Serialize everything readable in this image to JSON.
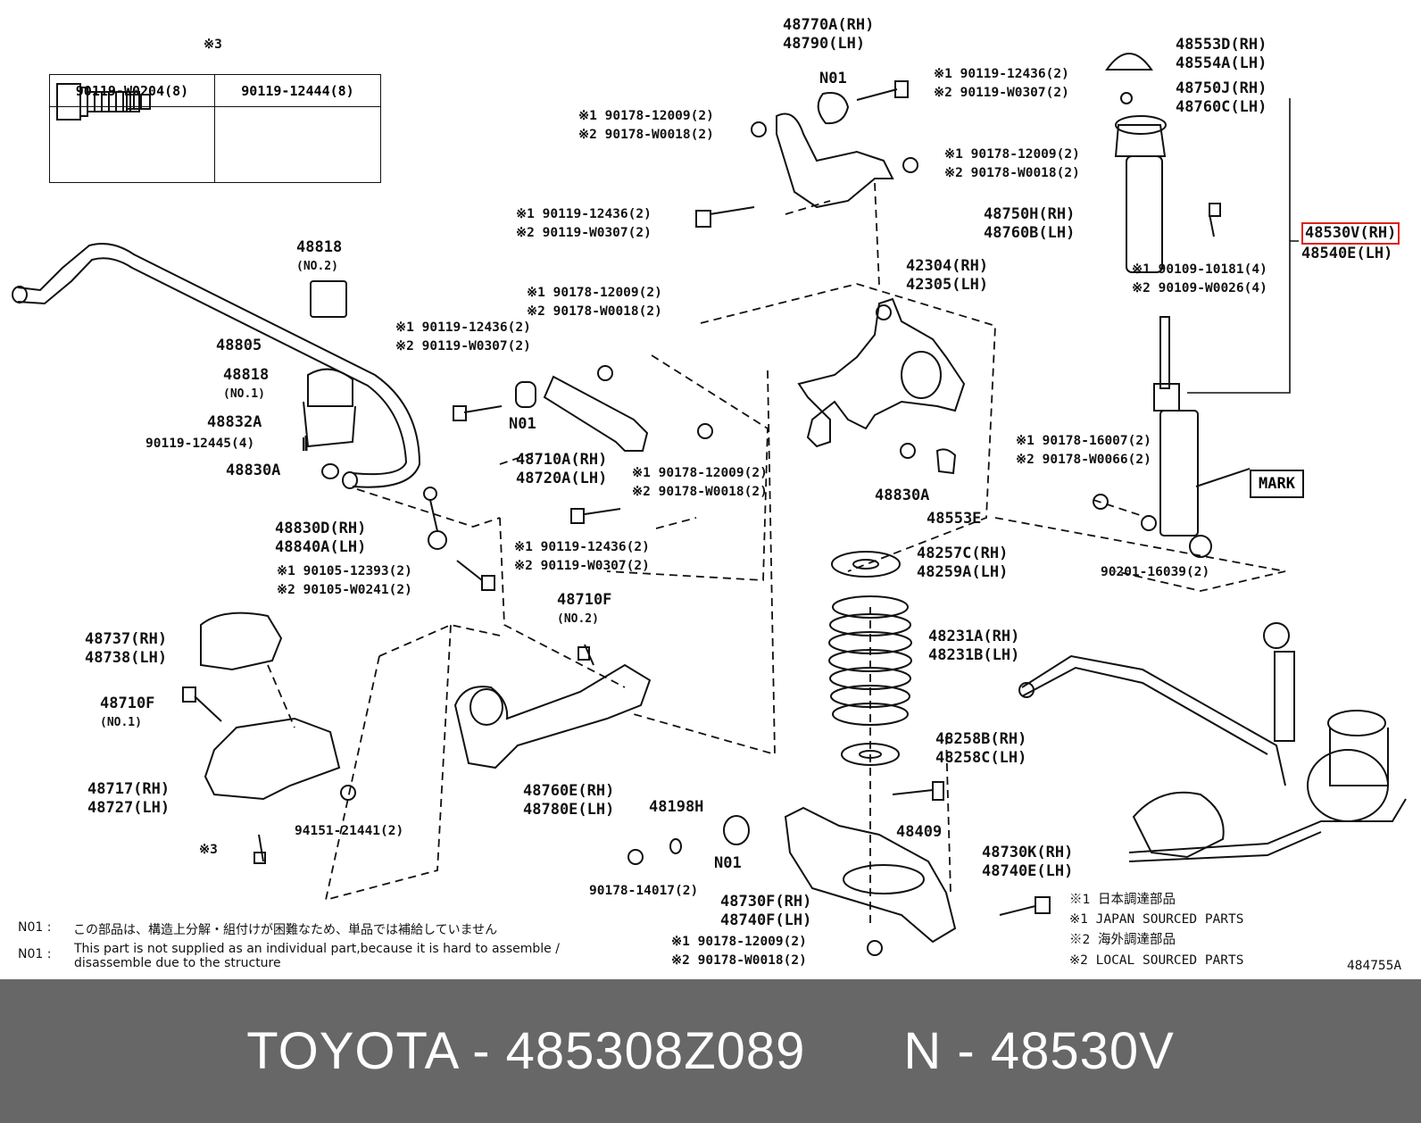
{
  "footer": {
    "brand_part": "TOYOTA - 485308Z089",
    "n_ref": "N - 48530V"
  },
  "drawing_code": "484755A",
  "bolt_table": {
    "ref_mark": "※3",
    "col1": "90119-W0204(8)",
    "col2": "90119-12444(8)"
  },
  "highlight_part": "48530V(RH)",
  "labels": {
    "l48770": [
      "48770A(RH)",
      "48790(LH)"
    ],
    "n01_top": "N01",
    "s_90119_12436_top": [
      "※1 90119-12436(2)",
      "※2 90119-W0307(2)"
    ],
    "s_90178_12009_a": [
      "※1 90178-12009(2)",
      "※2 90178-W0018(2)"
    ],
    "s_90178_12009_b": [
      "※1 90178-12009(2)",
      "※2 90178-W0018(2)"
    ],
    "s_90119_12436_b": [
      "※1 90119-12436(2)",
      "※2 90119-W0307(2)"
    ],
    "l48553": [
      "48553D(RH)",
      "48554A(LH)"
    ],
    "l48750j": [
      "48750J(RH)",
      "48760C(LH)"
    ],
    "l48750h": [
      "48750H(RH)",
      "48760B(LH)"
    ],
    "l48540": "48540E(LH)",
    "s_90109": [
      "※1 90109-10181(4)",
      "※2 90109-W0026(4)"
    ],
    "l42304": [
      "42304(RH)",
      "42305(LH)"
    ],
    "l48818_no2": [
      "48818",
      "(NO.2)"
    ],
    "l48805": "48805",
    "l48818_no1": [
      "48818",
      "(NO.1)"
    ],
    "l48832a": "48832A",
    "l90119_12445": "90119-12445(4)",
    "l48830a_left": "48830A",
    "s_90178_12009_c": [
      "※1 90178-12009(2)",
      "※2 90178-W0018(2)"
    ],
    "s_90119_12436_c": [
      "※1 90119-12436(2)",
      "※2 90119-W0307(2)"
    ],
    "n01_mid": "N01",
    "l48710a": [
      "48710A(RH)",
      "48720A(LH)"
    ],
    "s_90178_12009_d": [
      "※1 90178-12009(2)",
      "※2 90178-W0018(2)"
    ],
    "s_90119_12436_d": [
      "※1 90119-12436(2)",
      "※2 90119-W0307(2)"
    ],
    "l48830d": [
      "48830D(RH)",
      "48840A(LH)"
    ],
    "s_90105": [
      "※1 90105-12393(2)",
      "※2 90105-W0241(2)"
    ],
    "l48830a_mid": "48830A",
    "l48553e": "48553E",
    "s_90178_16007": [
      "※1 90178-16007(2)",
      "※2 90178-W0066(2)"
    ],
    "mark": "MARK",
    "l90201": "90201-16039(2)",
    "l48257": [
      "48257C(RH)",
      "48259A(LH)"
    ],
    "l48710f_no2": [
      "48710F",
      "(NO.2)"
    ],
    "l48737": [
      "48737(RH)",
      "48738(LH)"
    ],
    "l48710f_no1": [
      "48710F",
      "(NO.1)"
    ],
    "l48717": [
      "48717(RH)",
      "48727(LH)"
    ],
    "l94151": "94151-21441(2)",
    "s3_bottom": "※3",
    "l48231": [
      "48231A(RH)",
      "48231B(LH)"
    ],
    "l48760e": [
      "48760E(RH)",
      "48780E(LH)"
    ],
    "l48258": [
      "48258B(RH)",
      "48258C(LH)"
    ],
    "l48198h": "48198H",
    "n01_bottom": "N01",
    "l48409": "48409",
    "l90178_14017": "90178-14017(2)",
    "l48730f": [
      "48730F(RH)",
      "48740F(LH)"
    ],
    "l48730k": [
      "48730K(RH)",
      "48740E(LH)"
    ],
    "s_90178_12009_e": [
      "※1 90178-12009(2)",
      "※2 90178-W0018(2)"
    ]
  },
  "notes": {
    "n01_jp_key": "N01 :",
    "n01_jp": "この部品は、構造上分解・組付けが困難なため、単品では補給していません",
    "n01_en_key": "N01 :",
    "n01_en_1": "This part is not supplied as an individual part,because it is hard to assemble /",
    "n01_en_2": "disassemble due to the structure"
  },
  "legend": {
    "l1": "※1 日本調達部品",
    "l2": "※1 JAPAN SOURCED PARTS",
    "l3": "※2 海外調達部品",
    "l4": "※2 LOCAL SOURCED PARTS"
  },
  "colors": {
    "footer_bg": "#676767",
    "highlight": "#e0211b",
    "ink": "#111111"
  }
}
